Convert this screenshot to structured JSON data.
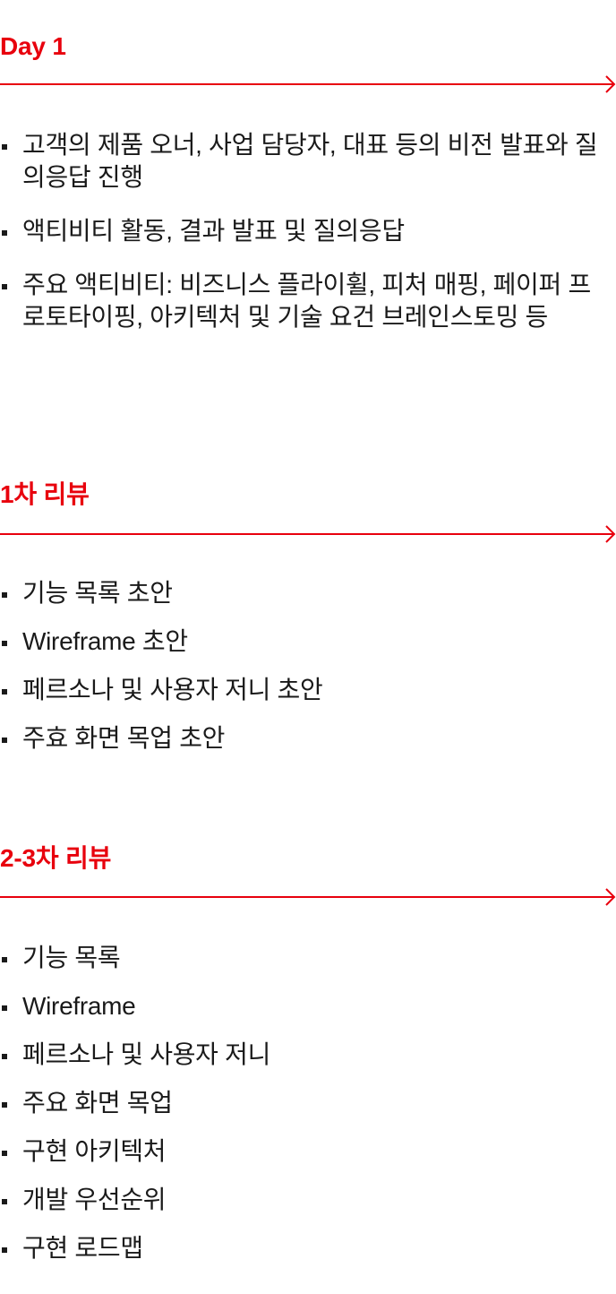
{
  "colors": {
    "accent": "#e8000d",
    "text": "#1a1a1a",
    "background": "#ffffff"
  },
  "sections": [
    {
      "title": "Day 1",
      "items": [
        "고객의 제품 오너, 사업 담당자, 대표 등의 비전 발표와 질의응답 진행",
        "액티비티 활동, 결과 발표 및 질의응답",
        "주요 액티비티: 비즈니스 플라이휠, 피처 매핑, 페이퍼 프로토타이핑, 아키텍처 및 기술 요건 브레인스토밍 등"
      ]
    },
    {
      "title": "1차 리뷰",
      "items": [
        "기능 목록 초안",
        "Wireframe 초안",
        "페르소나 및 사용자 저니 초안",
        "주효 화면 목업 초안"
      ]
    },
    {
      "title": "2-3차 리뷰",
      "items": [
        "기능 목록",
        "Wireframe",
        "페르소나 및 사용자 저니",
        "주요 화면 목업",
        "구현 아키텍처",
        "개발 우선순위",
        "구현 로드맵"
      ]
    }
  ],
  "icons": {
    "divider_arrow": "arrow-right-icon",
    "bullet": "square-bullet-icon"
  }
}
